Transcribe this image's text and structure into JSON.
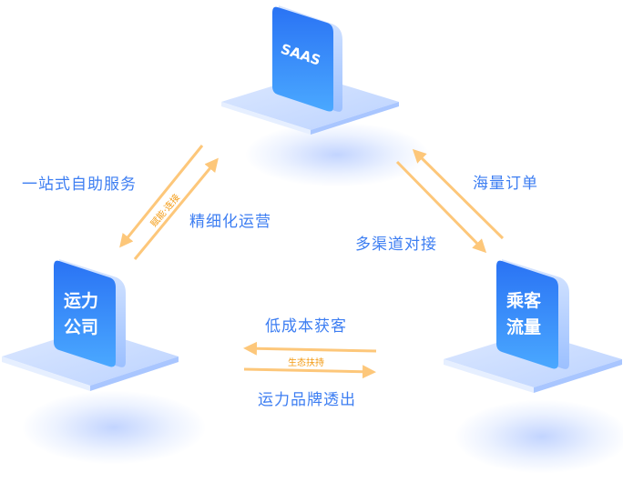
{
  "nodes": {
    "saas": {
      "title": "SAAS"
    },
    "transport_company": {
      "line1": "运力",
      "line2": "公司"
    },
    "passenger_traffic": {
      "line1": "乘客",
      "line2": "流量"
    }
  },
  "edges": {
    "saas_transport": {
      "outer_label": "一站式自助服务",
      "inner_label": "精细化运营",
      "tag": "赋能·连接"
    },
    "saas_passenger": {
      "outer_label": "海量订单",
      "inner_label": "多渠道对接"
    },
    "transport_passenger": {
      "top_label": "低成本获客",
      "tag": "生态扶持",
      "bottom_label": "运力品牌透出"
    }
  },
  "colors": {
    "label": "#3d7ef2",
    "tag": "#f39a12",
    "arrow": "#fdc77a",
    "card_top": "#2f7bf5",
    "card_bottom": "#4aa8ff",
    "platform": "#c9dcff"
  }
}
